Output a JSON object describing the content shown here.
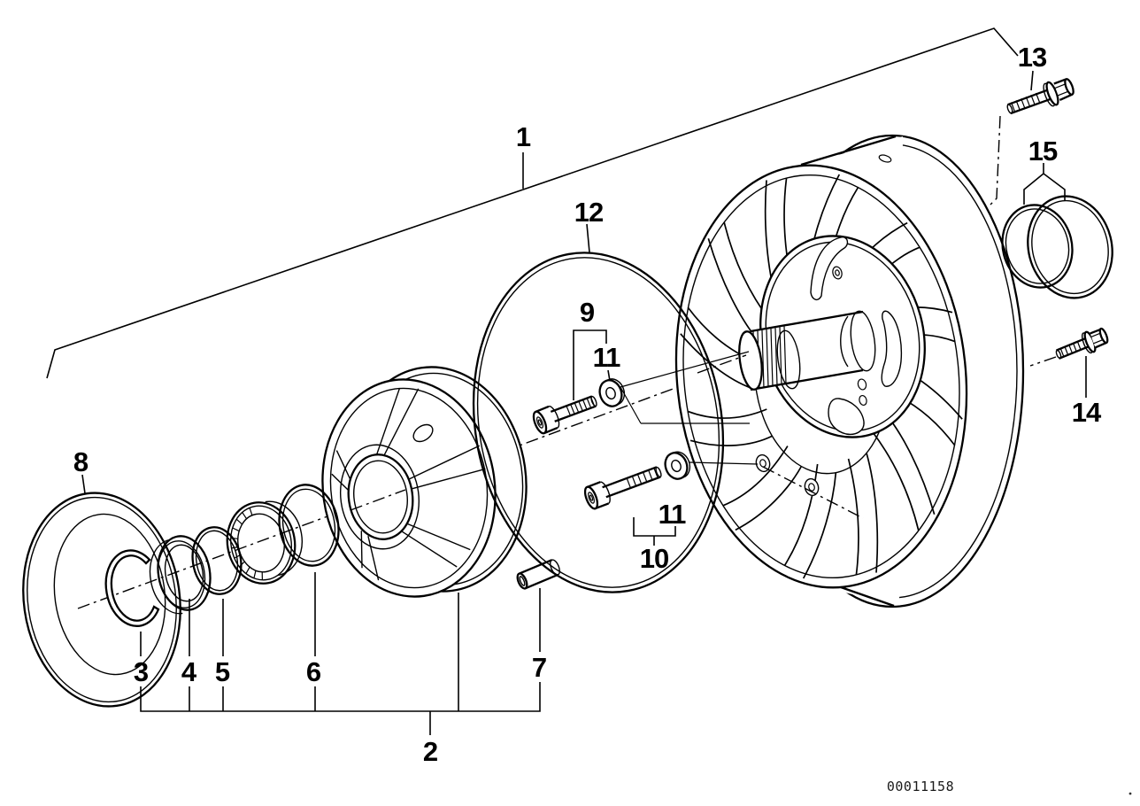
{
  "diagram": {
    "colors": {
      "line": "#000000",
      "background": "#ffffff"
    },
    "callouts": {
      "c1": "1",
      "c2": "2",
      "c3": "3",
      "c4": "4",
      "c5": "5",
      "c6": "6",
      "c7": "7",
      "c8": "8",
      "c9": "9",
      "c10": "10",
      "c11a": "11",
      "c11b": "11",
      "c12": "12",
      "c13": "13",
      "c14": "14",
      "c15": "15"
    },
    "footer": {
      "image_id": "00011158"
    }
  }
}
